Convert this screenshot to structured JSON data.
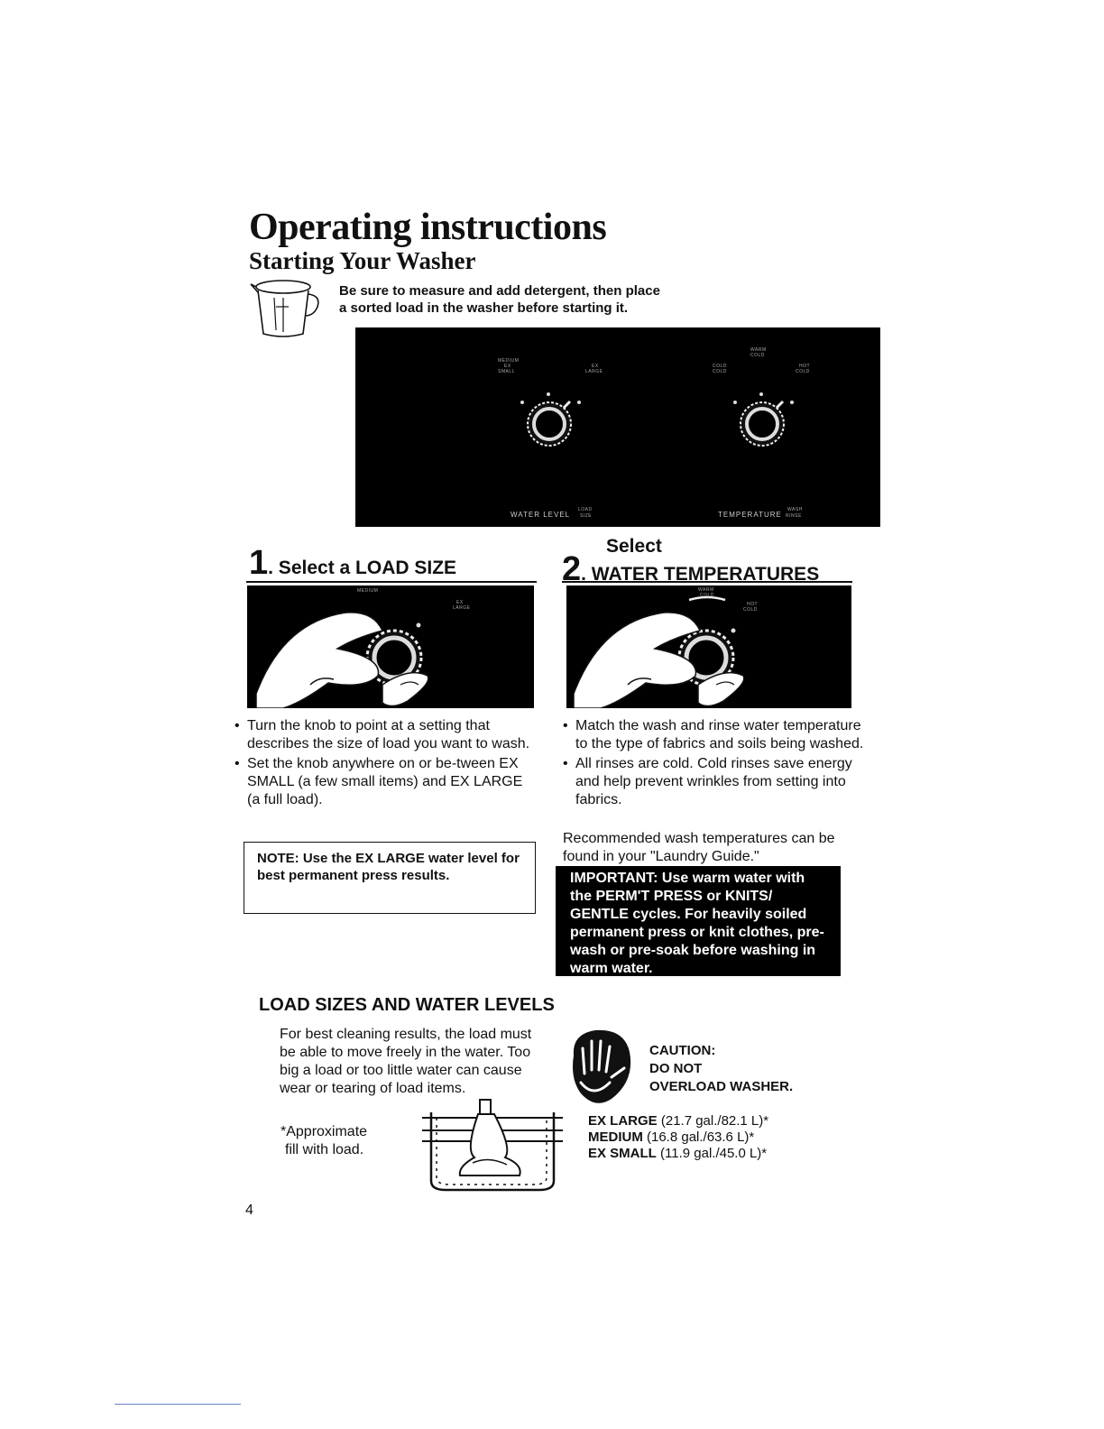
{
  "header": {
    "title": "Operating instructions",
    "subtitle": "Starting Your Washer",
    "intro_line1": "Be sure to measure and add detergent, then place",
    "intro_line2": "a sorted load in the washer before starting it."
  },
  "panel": {
    "left_dial": {
      "label": "WATER LEVEL",
      "label_small_1": "LOAD",
      "label_small_2": "SIZE",
      "tick_top": "MEDIUM",
      "tick_left_1": "EX",
      "tick_left_2": "SMALL",
      "tick_right_1": "EX",
      "tick_right_2": "LARGE"
    },
    "right_dial": {
      "label": "TEMPERATURE",
      "label_small_1": "WASH",
      "label_small_2": "RINSE",
      "tick_top_1": "WARM",
      "tick_top_2": "COLD",
      "tick_left_1": "COLD",
      "tick_left_2": "COLD",
      "tick_right_1": "HOT",
      "tick_right_2": "COLD"
    }
  },
  "step1": {
    "number": "1",
    "title": ". Select a LOAD SIZE",
    "photo_label_top": "MEDIUM",
    "photo_label_right_1": "EX",
    "photo_label_right_2": "LARGE",
    "bullets": [
      "Turn the knob to point at a setting that describes the size of load you want to wash.",
      "Set the knob anywhere on or be-tween EX SMALL (a few small items) and EX LARGE (a full load)."
    ],
    "note": "NOTE: Use the EX LARGE water level for best permanent press results."
  },
  "step2": {
    "number": "2",
    "title_line1": "Select",
    "title_line2": ". WATER TEMPERATURES",
    "photo_label_top_1": "WARM",
    "photo_label_top_2": "COLD",
    "photo_label_right_1": "HOT",
    "photo_label_right_2": "COLD",
    "bullets": [
      "Match the wash and rinse water temperature to the type of fabrics and soils being washed.",
      "All rinses are cold. Cold rinses save energy and help prevent wrinkles from setting into fabrics."
    ],
    "recommend": "Recommended wash temperatures can be found in your \"Laundry Guide.\"",
    "important": "IMPORTANT: Use warm water with the PERM'T PRESS or KNITS/ GENTLE cycles. For heavily soiled permanent press or knit clothes, pre-wash or pre-soak before washing in warm water."
  },
  "load_section": {
    "heading": "LOAD SIZES AND WATER LEVELS",
    "text": "For best cleaning results, the load must be able to move freely in the water. Too big a load or too little water can cause wear or tearing of load items.",
    "approx_line1": "*Approximate",
    "approx_line2": "fill with load.",
    "caution_line1": "CAUTION:",
    "caution_line2": "DO NOT",
    "caution_line3": "OVERLOAD WASHER.",
    "levels": [
      {
        "name": "EX LARGE",
        "value": " (21.7 gal./82.1 L)*"
      },
      {
        "name": "MEDIUM",
        "value": " (16.8 gal./63.6 L)*"
      },
      {
        "name": "EX SMALL",
        "value": " (11.9 gal./45.0 L)*"
      }
    ]
  },
  "page_number": "4"
}
